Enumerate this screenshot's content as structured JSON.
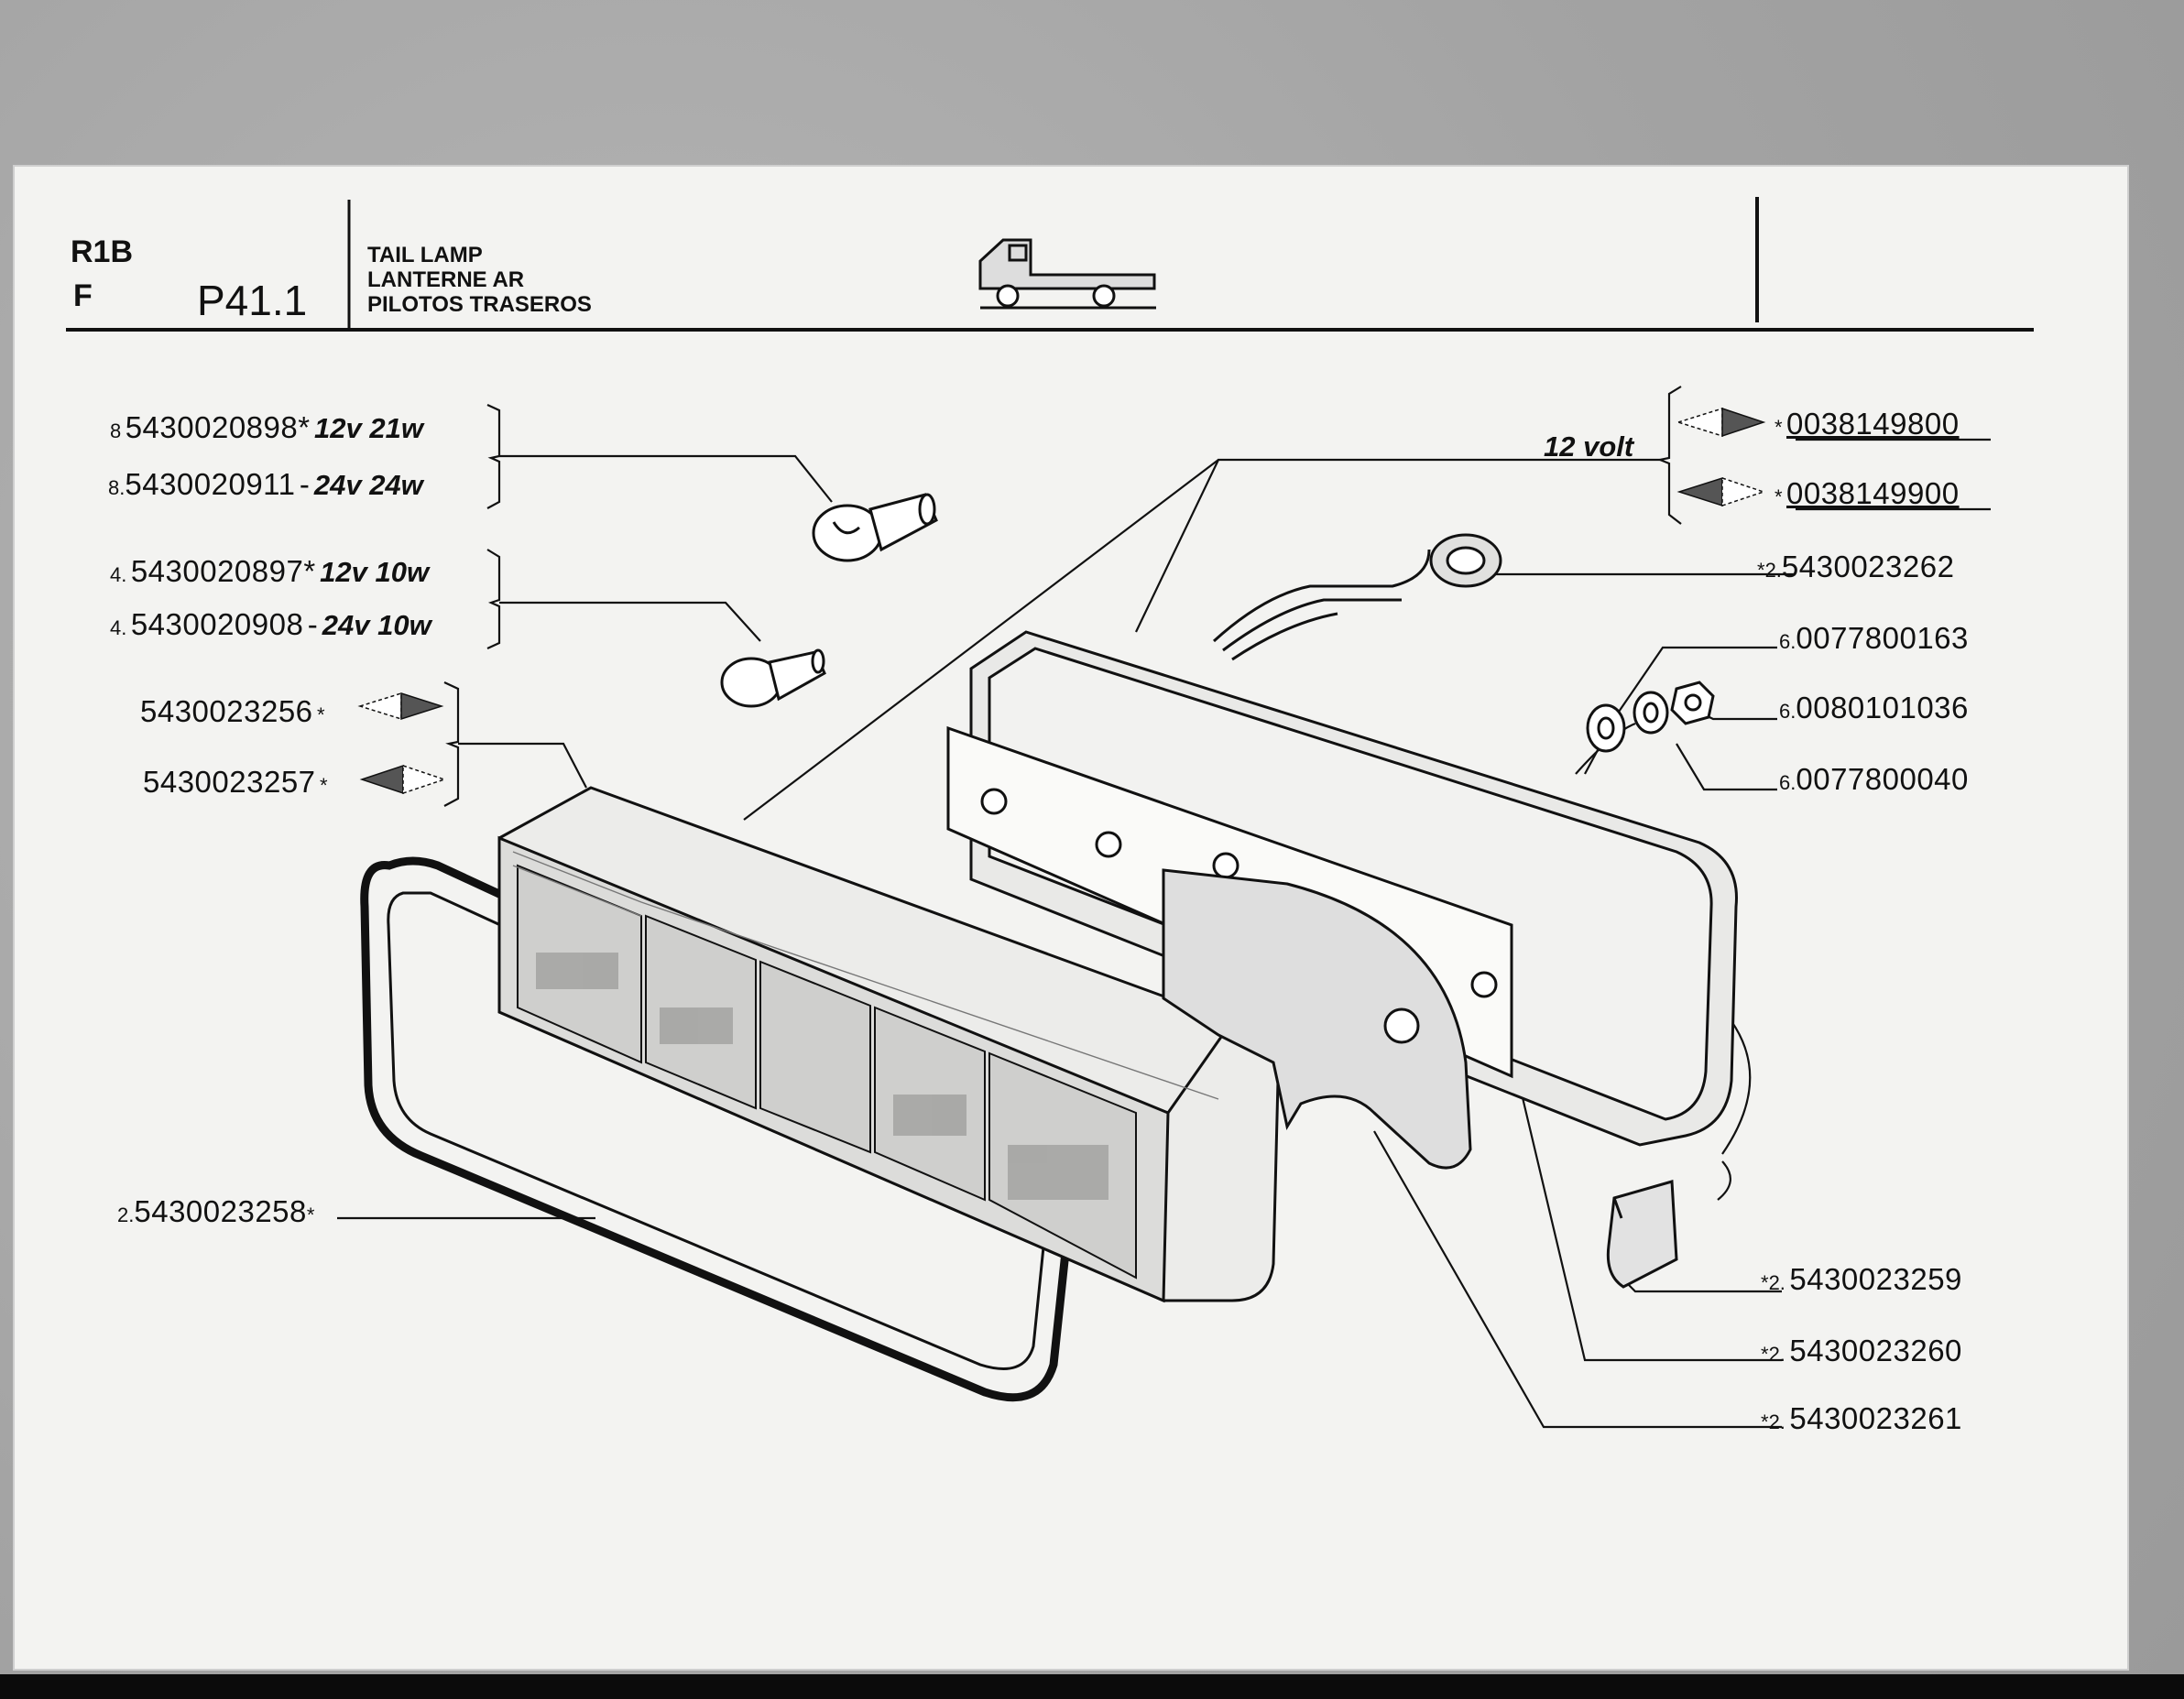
{
  "header": {
    "code_line1": "R1B",
    "code_line2": "F",
    "page_ref": "P41.1",
    "title_en": "TAIL LAMP",
    "title_fr": "LANTERNE AR",
    "title_es": "PILOTOS TRASEROS",
    "vehicle_icon": "truck-chassis-icon"
  },
  "voltage_note": "12 volt",
  "parts": {
    "bulb21_12v": {
      "qty": "8",
      "code": "5430020898",
      "mark": "*",
      "spec": "12v 21w"
    },
    "bulb24_24v": {
      "qty": "8.",
      "code": "5430020911",
      "mark": "-",
      "spec": "24v 24w"
    },
    "bulb10_12v": {
      "qty": "4.",
      "code": "5430020897",
      "mark": "*",
      "spec": "12v 10w"
    },
    "bulb10_24v": {
      "qty": "4.",
      "code": "5430020908",
      "mark": "-",
      "spec": "24v 10w"
    },
    "lens_right": {
      "code": "5430023256",
      "mark": "*"
    },
    "lens_left": {
      "code": "5430023257",
      "mark": "*"
    },
    "gasket": {
      "qty": "2.",
      "code": "5430023258",
      "mark": "*"
    },
    "lamp_right": {
      "mark": "*",
      "code": "0038149800"
    },
    "lamp_left": {
      "mark": "*",
      "code": "0038149900"
    },
    "grommet": {
      "mark": "*",
      "qty": "2.",
      "code": "5430023262"
    },
    "washer_a": {
      "qty": "6.",
      "code": "0077800163"
    },
    "nut": {
      "qty": "6.",
      "code": "0080101036"
    },
    "washer_b": {
      "qty": "6.",
      "code": "0077800040"
    },
    "clip": {
      "mark": "*",
      "qty": "2.",
      "code": "5430023259"
    },
    "housing_gasket": {
      "mark": "*",
      "qty": "2.",
      "code": "5430023260"
    },
    "bracket": {
      "mark": "*",
      "qty": "2.",
      "code": "5430023261"
    }
  }
}
